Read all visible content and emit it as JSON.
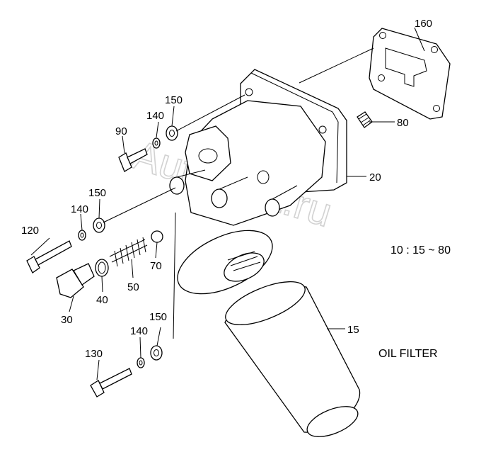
{
  "watermark": "AutoSoft.ru",
  "ratio_note": "10 : 15 ~ 80",
  "caption": "OIL FILTER",
  "callouts": {
    "c160": "160",
    "c150_top": "150",
    "c140_top": "140",
    "c90": "90",
    "c80": "80",
    "c20": "20",
    "c150_mid": "150",
    "c140_mid": "140",
    "c120": "120",
    "c70": "70",
    "c50": "50",
    "c40": "40",
    "c30": "30",
    "c15": "15",
    "c150_bot": "150",
    "c140_bot": "140",
    "c130": "130"
  }
}
